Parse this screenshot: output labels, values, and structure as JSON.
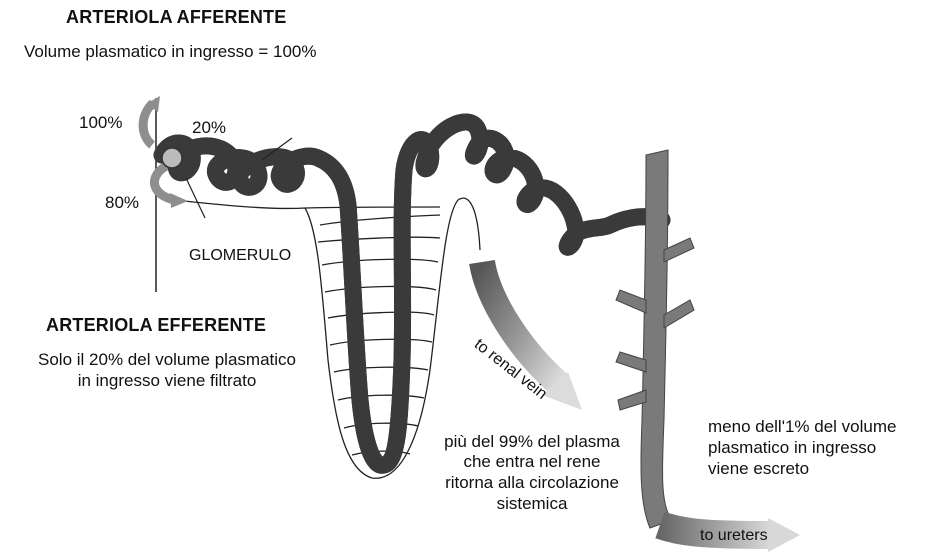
{
  "afferent": {
    "title": "ARTERIOLA AFFERENTE",
    "subtitle": "Volume plasmatico in ingresso = 100%"
  },
  "flow_labels": {
    "in_100": "100%",
    "filtered_20": "20%",
    "out_80": "80%",
    "glomerulus": "GLOMERULO"
  },
  "efferent": {
    "title": "ARTERIOLA EFFERENTE",
    "line1": "Solo il 20% del volume plasmatico",
    "line2": "in ingresso viene filtrato"
  },
  "arrows": {
    "renal_vein": "to renal vein",
    "ureters": "to ureters"
  },
  "returned_note": {
    "line1": "più del 99% del plasma",
    "line2": "che entra nel rene",
    "line3": "ritorna alla circolazione",
    "line4": "sistemica"
  },
  "excreted_note": {
    "line1": "meno dell'1% del volume",
    "line2": "plasmatico in ingresso",
    "line3": "viene escreto"
  },
  "colors": {
    "tubule": "#8e8e8e",
    "tubule_edge": "#3a3a3a",
    "duct": "#7a7a7a",
    "arrow_light": "#cfcfcf",
    "arrow_dark": "#555555",
    "text": "#111111"
  }
}
